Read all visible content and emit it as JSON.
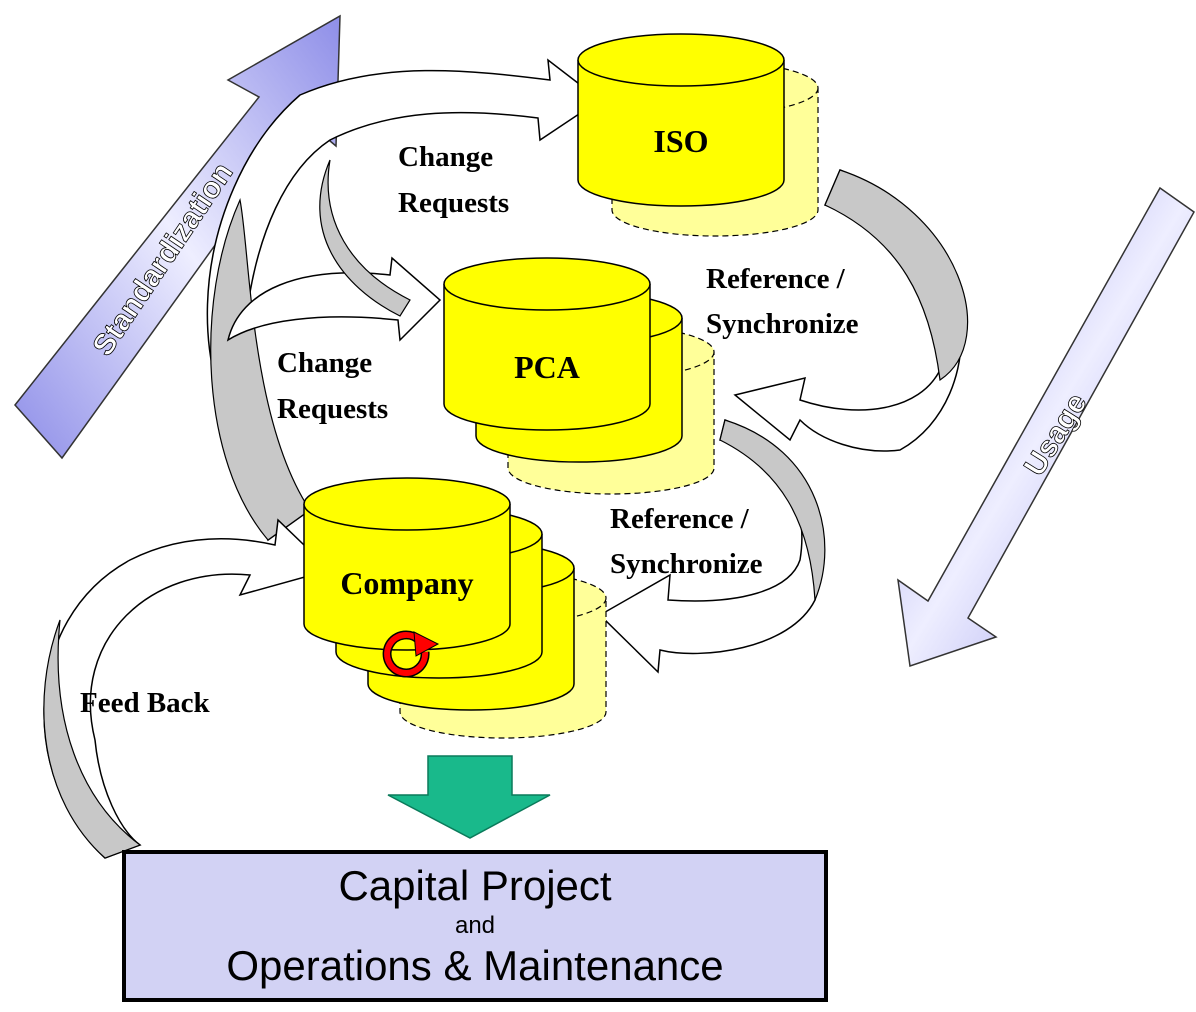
{
  "diagram": {
    "axes": {
      "standardization": "Standardization",
      "usage": "Usage"
    },
    "databases": {
      "iso": "ISO",
      "pca": "PCA",
      "company": "Company"
    },
    "flows": {
      "change_requests_top": [
        "Change",
        "Requests"
      ],
      "change_requests_mid": [
        "Change",
        "Requests"
      ],
      "reference_sync_top": [
        "Reference /",
        "Synchronize"
      ],
      "reference_sync_mid": [
        "Reference /",
        "Synchronize"
      ],
      "feedback": "Feed Back"
    },
    "target_box": {
      "line1": "Capital Project",
      "line2": "and",
      "line3": "Operations & Maintenance"
    },
    "colors": {
      "cylinder_fill": "#ffff00",
      "cylinder_shadow": "#ffff99",
      "arrow_grey": "#c8c8c8",
      "axis_arrow": "#a7a7f0",
      "down_arrow": "#19b98b",
      "box_fill": "#d2d2f4",
      "cycle_icon": "#ff0000"
    }
  }
}
